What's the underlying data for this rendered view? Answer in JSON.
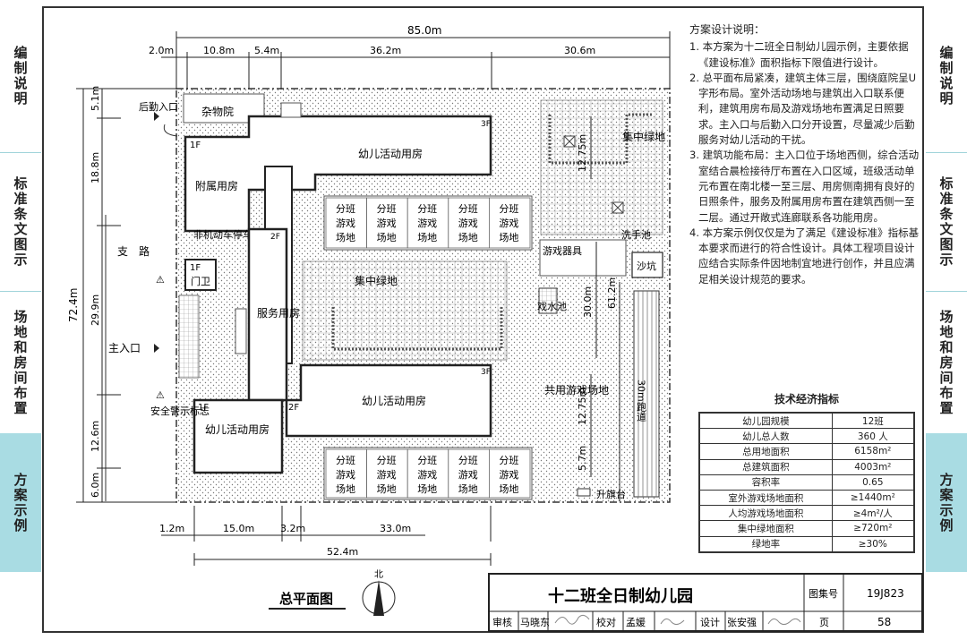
{
  "sidebar_left": {
    "tabs": [
      {
        "label": "编制说明"
      },
      {
        "label": "标准条文图示"
      },
      {
        "label": "场地和房间布置"
      },
      {
        "label": "方案示例"
      }
    ]
  },
  "sidebar_right": {
    "tabs": [
      {
        "label": "编制说明"
      },
      {
        "label": "标准条文图示"
      },
      {
        "label": "场地和房间布置"
      },
      {
        "label": "方案示例"
      }
    ]
  },
  "colors": {
    "tab_active": "#a9dce3",
    "hatch": "#888888"
  },
  "dimensions": {
    "top_total": "85.0m",
    "top_a": "2.0m",
    "top_b": "10.8m",
    "top_c": "5.4m",
    "top_d": "36.2m",
    "top_e": "30.6m",
    "left_total": "72.4m",
    "left_a": "5.1m",
    "left_b": "18.8m",
    "left_c": "29.9m",
    "left_d": "12.6m",
    "left_e": "6.0m",
    "bottom_a": "1.2m",
    "bottom_b": "15.0m",
    "bottom_c": "3.2m",
    "bottom_d": "33.0m",
    "bottom_total": "52.4m",
    "right_a": "12.75m",
    "right_b": "30.0m",
    "right_c": "61.2m",
    "right_d": "12.75m",
    "right_e": "5.7m"
  },
  "plan_labels": {
    "rear_entrance": "后勤入口",
    "storage_yard": "杂物院",
    "floor_1f": "1F",
    "floor_2f": "2F",
    "floor_3f": "3F",
    "annex": "附属用房",
    "bike_parking": "非机动车停车",
    "guard": "门卫",
    "service": "服务用房",
    "activity_north": "幼儿活动用房",
    "activity_south": "幼儿活动用房",
    "activity_west": "幼儿活动用房",
    "central_green": "集中绿地",
    "central_green_east": "集中绿地",
    "play_class": "分班游戏场地",
    "play_equipment": "游戏器具",
    "washbasin": "洗手池",
    "sandpit": "沙坑",
    "water_pool": "戏水池",
    "shared_play": "共用游戏场地",
    "running_track": "30m跑道",
    "flag_platform": "升旗台",
    "branch_road": "支　路",
    "main_entrance": "主入口",
    "safety_sign": "安全警示标志"
  },
  "play_columns": [
    "分班",
    "游戏",
    "场地"
  ],
  "site_plan_title": "总平面图",
  "north_label": "北",
  "notes": {
    "title": "方案设计说明：",
    "items": [
      "1. 本方案为十二班全日制幼儿园示例，主要依据《建设标准》面积指标下限值进行设计。",
      "2. 总平面布局紧凑，建筑主体三层，围绕庭院呈U字形布局。室外活动场地与建筑出入口联系便利，建筑用房布局及游戏场地布置满足日照要求。主入口与后勤入口分开设置，尽量减少后勤服务对幼儿活动的干扰。",
      "3. 建筑功能布局：主入口位于场地西侧，综合活动室结合晨检接待厅布置在入口区域，班级活动单元布置在南北楼一至三层、用房侧南拥有良好的日照条件，服务及附属用房布置在建筑西侧一至二层。通过开敞式连廊联系各功能用房。",
      "4. 本方案示例仅仅是为了满足《建设标准》指标基本要求而进行的符合性设计。具体工程项目设计应结合实际条件因地制宜地进行创作，并且应满足相关设计规范的要求。"
    ]
  },
  "eco_table": {
    "title": "技术经济指标",
    "rows": [
      {
        "name": "幼儿园规模",
        "value": "12班"
      },
      {
        "name": "幼儿总人数",
        "value": "360 人"
      },
      {
        "name": "总用地面积",
        "value": "6158m²"
      },
      {
        "name": "总建筑面积",
        "value": "4003m²"
      },
      {
        "name": "容积率",
        "value": "0.65"
      },
      {
        "name": "室外游戏场地面积",
        "value": "≥1440m²"
      },
      {
        "name": "人均游戏场地面积",
        "value": "≥4m²/人"
      },
      {
        "name": "集中绿地面积",
        "value": "≥720m²"
      },
      {
        "name": "绿地率",
        "value": "≥30%"
      }
    ]
  },
  "title_block": {
    "title": "十二班全日制幼儿园",
    "atlas_label": "图集号",
    "atlas_no": "19J823",
    "review_label": "审核",
    "reviewer": "马晓东",
    "check_label": "校对",
    "checker": "孟媛",
    "design_label": "设计",
    "designer": "张安强",
    "page_label": "页",
    "page_no": "58"
  }
}
